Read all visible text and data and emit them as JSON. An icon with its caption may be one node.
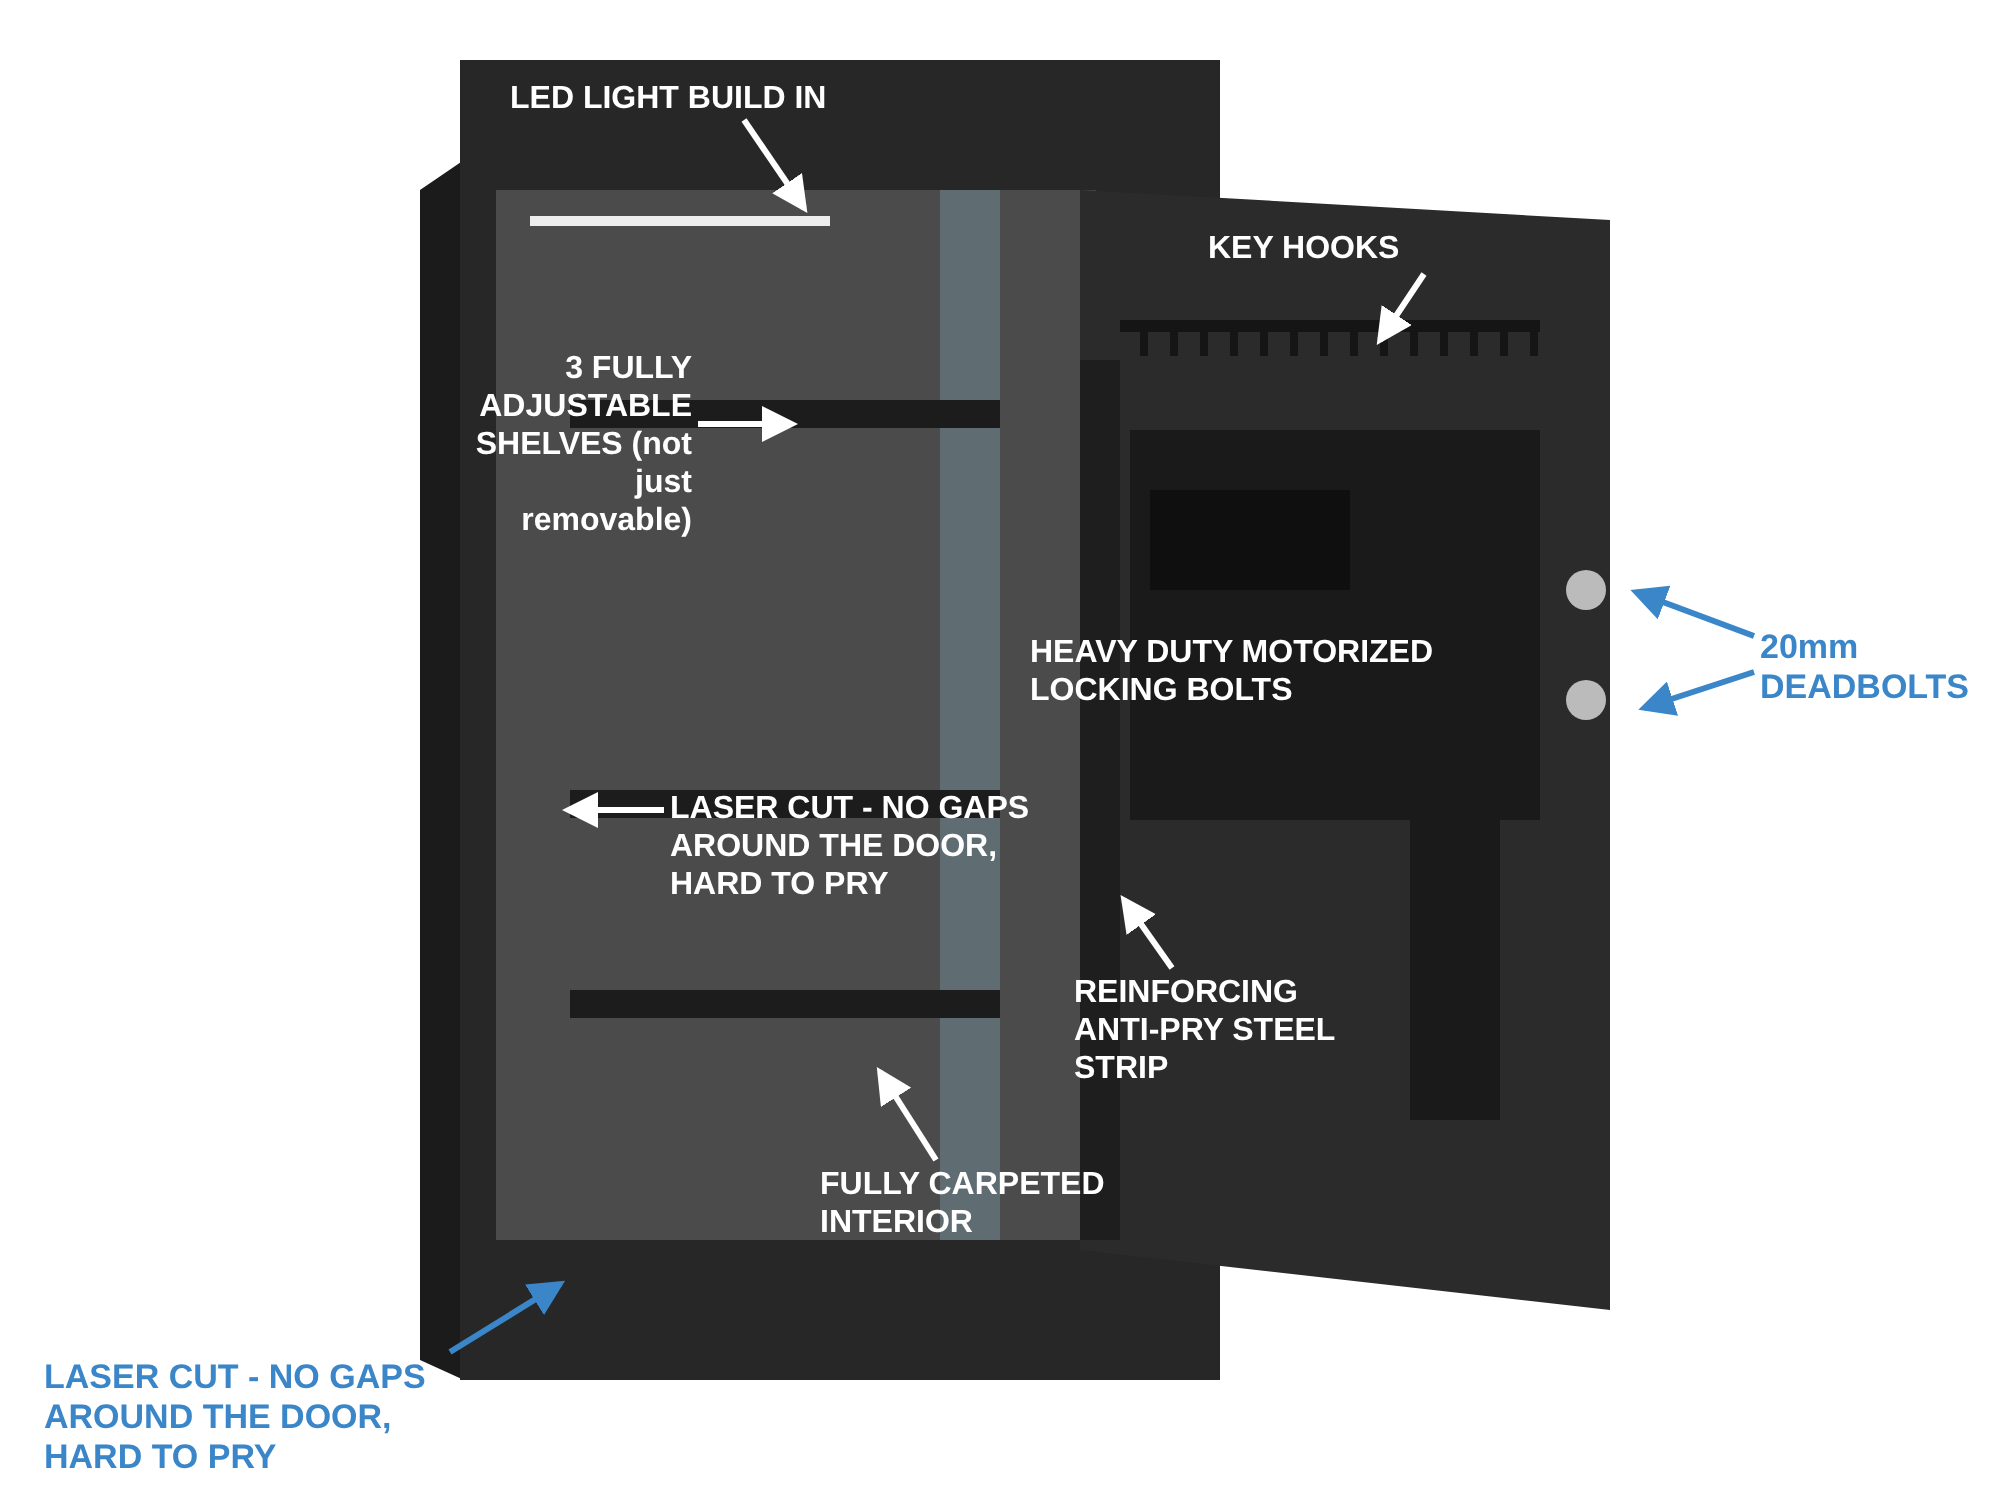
{
  "diagram": {
    "nodes": [
      {
        "text": [
          "LED LIGHT BUILD IN"
        ]
      },
      {
        "text": [
          "KEY HOOKS"
        ]
      },
      {
        "text": [
          "3 FULLY ADJUSTABLE SHELVES (not just removable)"
        ]
      },
      {
        "text": [
          "20mm DEADBOLTS"
        ]
      },
      {
        "text": [
          "LASER CUT - NO GAPS AROUND THE DOOR, HARD TO PRY"
        ]
      },
      {
        "text": [
          "REINFORCING ANTI-PRY STEEL STRIP"
        ]
      },
      {
        "text": [
          "FULLY CARPETED INTERIOR"
        ]
      },
      {
        "text": [
          "LASER CUT - NO GAPS AROUND THE DOOR, HARD TO PRY"
        ]
      }
    ],
    "edges": [
      {
        "from": 0,
        "to": null,
        "arrow": "to"
      },
      {
        "from": 1,
        "to": null,
        "arrow": "to"
      },
      {
        "from": 2,
        "to": null,
        "arrow": "to"
      },
      {
        "from": 3,
        "to": null,
        "arrow": "to",
        "color": "#3a86c8"
      },
      {
        "from": 3,
        "to": null,
        "arrow": "to",
        "color": "#3a86c8"
      },
      {
        "from": 4,
        "to": null,
        "arrow": "to"
      },
      {
        "from": 5,
        "to": null,
        "arrow": "to"
      },
      {
        "from": 6,
        "to": null,
        "arrow": "to"
      },
      {
        "from": 7,
        "to": null,
        "arrow": "to",
        "color": "#3a86c8"
      }
    ],
    "labels": [
      "HEAVY DUTY MOTORIZED LOCKING BOLTS"
    ]
  }
}
